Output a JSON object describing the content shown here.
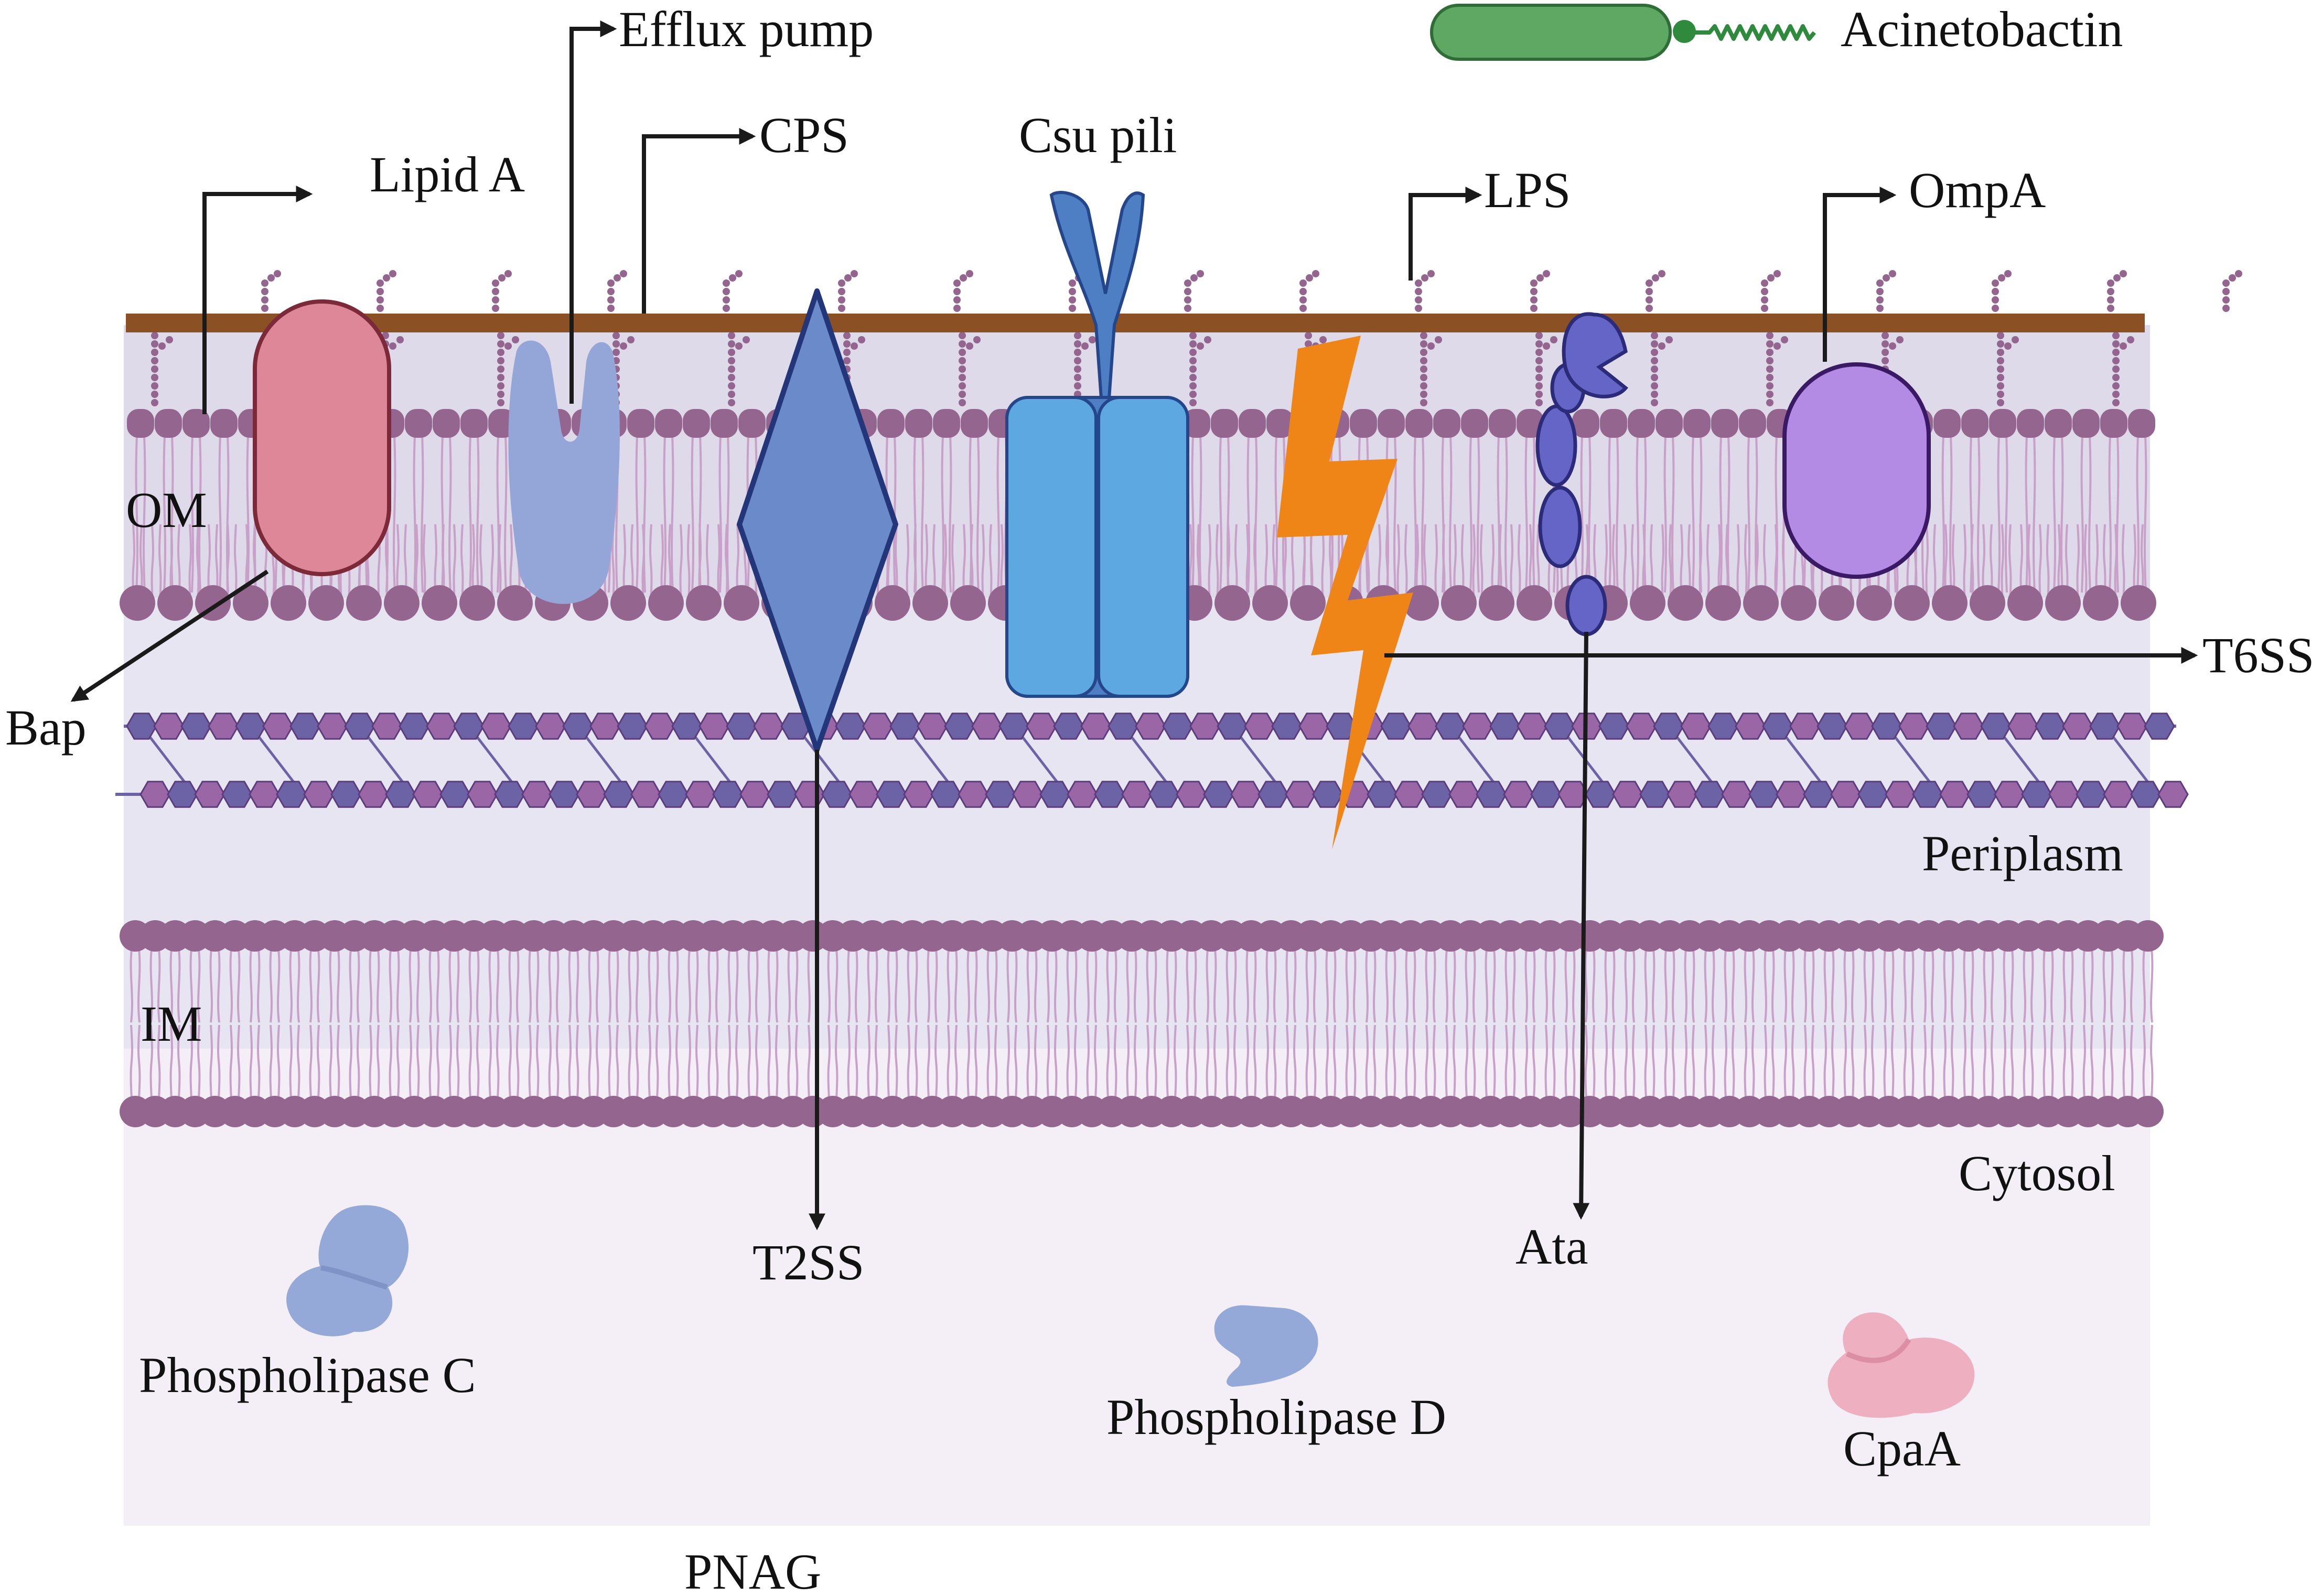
{
  "colors": {
    "om_bg": "#dedaea",
    "periplasm_bg": "#e8e5f2",
    "cytosol_bg": "#f4eff7",
    "lipid": "#94668f",
    "tail": "#c9a0c8",
    "lps_brown": "#8b5023",
    "pnag_dark": "#6c62a6",
    "pnag_light": "#9a66a5",
    "arrow": "#1a1a1a",
    "bap": "#de8798",
    "efflux": "#94a6d7",
    "cps_diamond": "#6a8ac9",
    "csu": "#5ea8e1",
    "t6ss_bolt": "#ef8417",
    "ata": "#6465c6",
    "ompa": "#b48be4",
    "acinetobactin": "#5fa864",
    "phospholipase": "#94a9d8",
    "cpaa": "#eeb0c1"
  },
  "labels": {
    "efflux_pump": "Efflux pump",
    "acinetobactin": "Acinetobactin",
    "cps": "CPS",
    "csu_pili": "Csu pili",
    "lipid_a": "Lipid A",
    "lps": "LPS",
    "ompa": "OmpA",
    "om": "OM",
    "bap": "Bap",
    "t6ss": "T6SS",
    "periplasm": "Periplasm",
    "im": "IM",
    "cytosol": "Cytosol",
    "t2ss": "T2SS",
    "ata": "Ata",
    "phospholipase_c": "Phospholipase C",
    "phospholipase_d": "Phospholipase D",
    "cpaa": "CpaA",
    "pnag": "PNAG"
  },
  "icons": [
    "lipid-bilayer",
    "lps-chain",
    "pnag-polymer",
    "bap-protein",
    "efflux-pump-protein",
    "cps-diamond",
    "csu-pili-protein",
    "t6ss-lightning",
    "ata-protein",
    "ompa-protein",
    "acinetobactin-molecule",
    "phospholipase-c-blob",
    "phospholipase-d-blob",
    "cpaa-blob"
  ]
}
